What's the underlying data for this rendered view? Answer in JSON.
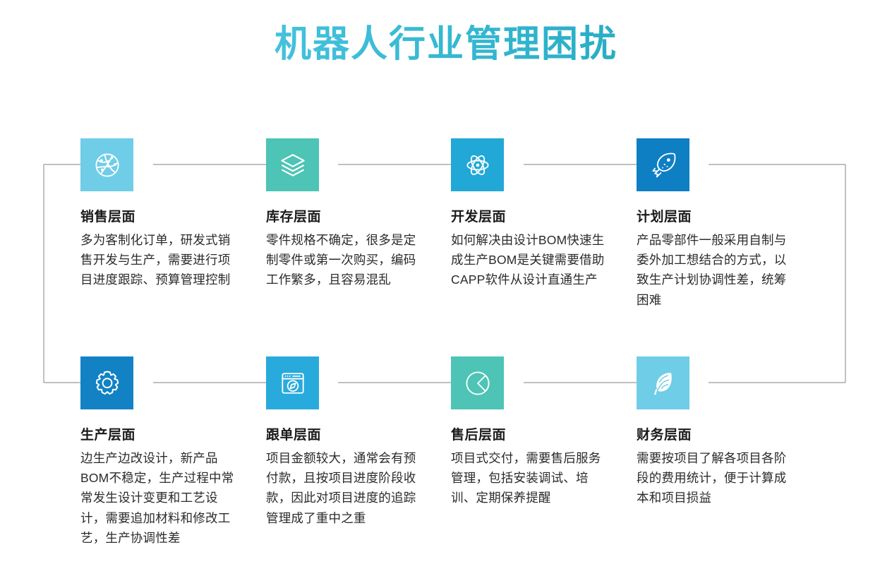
{
  "page": {
    "title": "机器人行业管理困扰",
    "title_gradient_from": "#5ECBE8",
    "title_gradient_to": "#1C9AA9",
    "background": "#ffffff",
    "connector_color": "#9a9a9a"
  },
  "cards": [
    {
      "id": "sales",
      "icon": "globe-network-icon",
      "tile_color": "#6FCDE8",
      "title": "销售层面",
      "body": "多为客制化订单，研发式销售开发与生产，需要进行项目进度跟踪、预算管理控制"
    },
    {
      "id": "inventory",
      "icon": "layers-stack-icon",
      "tile_color": "#4DC4B5",
      "title": "库存层面",
      "body": "零件规格不确定，很多是定制零件或第一次购买，编码工作繁多，且容易混乱"
    },
    {
      "id": "development",
      "icon": "atom-icon",
      "tile_color": "#22A8D6",
      "title": "开发层面",
      "body": "如何解决由设计BOM快速生成生产BOM是关键需要借助CAPP软件从设计直通生产"
    },
    {
      "id": "planning",
      "icon": "rocket-icon",
      "tile_color": "#0F7FC4",
      "title": "计划层面",
      "body": "产品零部件一般采用自制与委外加工想结合的方式，以致生产计划协调性差，统筹困难"
    },
    {
      "id": "production",
      "icon": "gear-icon",
      "tile_color": "#1282C5",
      "title": "生产层面",
      "body": "边生产边改设计，新产品BOM不稳定，生产过程中常常发生设计变更和工艺设计，需要追加材料和修改工艺，生产协调性差"
    },
    {
      "id": "order-tracking",
      "icon": "browser-compass-icon",
      "tile_color": "#29AADC",
      "title": "跟单层面",
      "body": "项目金额较大，通常会有预付款，且按项目进度阶段收款，因此对项目进度的追踪管理成了重中之重"
    },
    {
      "id": "after-sales",
      "icon": "pie-chart-icon",
      "tile_color": "#4DC4B5",
      "title": "售后层面",
      "body": "项目式交付，需要售后服务管理，包括安装调试、培训、定期保养提醒"
    },
    {
      "id": "finance",
      "icon": "feather-icon",
      "tile_color": "#6FCDE8",
      "title": "财务层面",
      "body": "需要按项目了解各项目各阶段的费用统计，便于计算成本和项目损益"
    }
  ]
}
